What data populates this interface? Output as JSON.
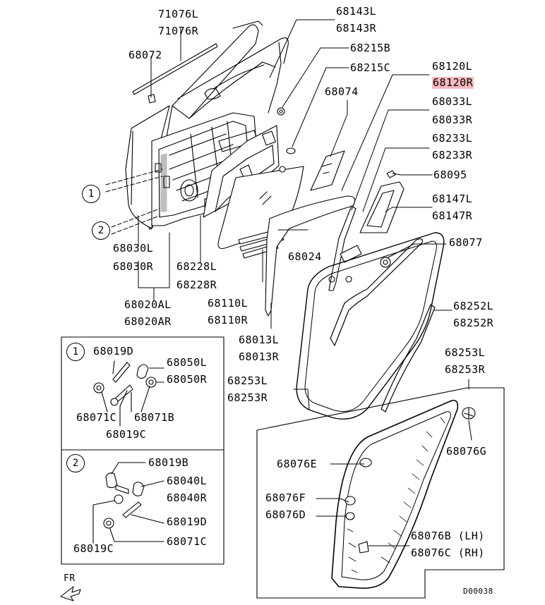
{
  "labels": {
    "p71076L": "71076L",
    "p71076R": "71076R",
    "p68072": "68072",
    "p68143L": "68143L",
    "p68143R": "68143R",
    "p68215B": "68215B",
    "p68215C": "68215C",
    "p68120L": "68120L",
    "p68120R": "68120R",
    "p68074": "68074",
    "p68033L": "68033L",
    "p68033R": "68033R",
    "p68233L": "68233L",
    "p68233R": "68233R",
    "p68095": "68095",
    "p68147L": "68147L",
    "p68147R": "68147R",
    "p68077": "68077",
    "p68024": "68024",
    "p68030L": "68030L",
    "p68030R": "68030R",
    "p68228L": "68228L",
    "p68228R": "68228R",
    "p68020AL": "68020AL",
    "p68020AR": "68020AR",
    "p68110L": "68110L",
    "p68110R": "68110R",
    "p68013L": "68013L",
    "p68013R": "68013R",
    "p68252L": "68252L",
    "p68252R": "68252R",
    "p68253L_top": "68253L",
    "p68253R_top": "68253R",
    "p68253L_mid": "68253L",
    "p68253R_mid": "68253R",
    "p68076G": "68076G",
    "p68076E": "68076E",
    "p68076F": "68076F",
    "p68076D": "68076D",
    "p68076B": "68076B (LH)",
    "p68076C": "68076C (RH)",
    "p68019D_1": "68019D",
    "p68050L": "68050L",
    "p68050R": "68050R",
    "p68071C_1": "68071C",
    "p68071B": "68071B",
    "p68019C_1": "68019C",
    "p68019B": "68019B",
    "p68040L": "68040L",
    "p68040R": "68040R",
    "p68019D_2": "68019D",
    "p68019C_2": "68019C",
    "p68071C_2": "68071C"
  },
  "callouts": {
    "c1": "1",
    "c2": "2",
    "box1": "1",
    "box2": "2"
  },
  "direction": "FR",
  "diagram_code": "D00038",
  "highlight_color": "#f4b8bd"
}
